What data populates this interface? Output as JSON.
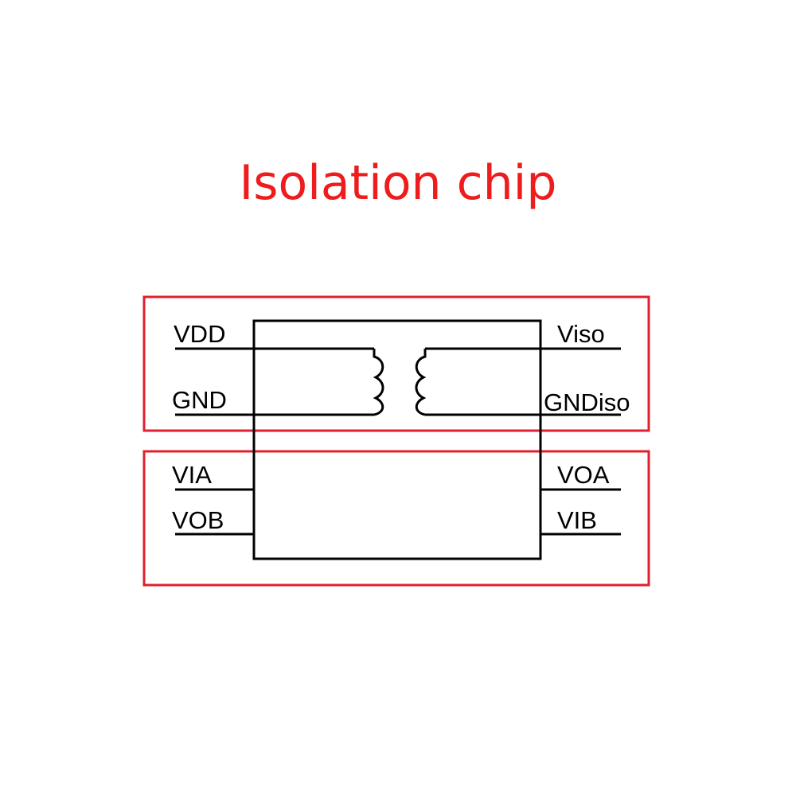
{
  "title": "Isolation chip",
  "colors": {
    "title": "#ee1c1c",
    "highlight": "#e0202e",
    "lines": "#000000",
    "background": "#ffffff"
  },
  "pins": {
    "vdd": "VDD",
    "gnd": "GND",
    "via": "VIA",
    "vob": "VOB",
    "viso": "Viso",
    "gndiso": "GNDiso",
    "voa": "VOA",
    "vib": "VIB"
  }
}
